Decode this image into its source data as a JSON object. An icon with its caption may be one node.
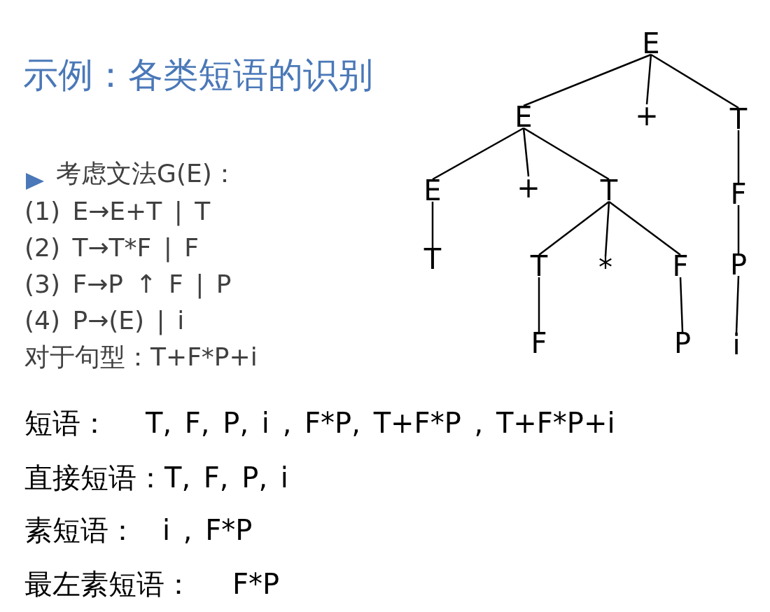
{
  "diagram": {
    "title": "示例：各类短语的识别",
    "nodes": [
      {
        "text": [
          "E"
        ]
      },
      {
        "text": [
          "E"
        ]
      },
      {
        "text": [
          "+"
        ]
      },
      {
        "text": [
          "T"
        ]
      },
      {
        "text": [
          "E"
        ]
      },
      {
        "text": [
          "+"
        ]
      },
      {
        "text": [
          "T"
        ]
      },
      {
        "text": [
          "F"
        ]
      },
      {
        "text": [
          "T"
        ]
      },
      {
        "text": [
          "T"
        ]
      },
      {
        "text": [
          "*"
        ]
      },
      {
        "text": [
          "F"
        ]
      },
      {
        "text": [
          "P"
        ]
      },
      {
        "text": [
          "F"
        ]
      },
      {
        "text": [
          "P"
        ]
      },
      {
        "text": [
          "i"
        ]
      }
    ],
    "edges": [
      {
        "from": 0,
        "to": 1,
        "arrow": "none"
      },
      {
        "from": 0,
        "to": 2,
        "arrow": "none"
      },
      {
        "from": 0,
        "to": 3,
        "arrow": "none"
      },
      {
        "from": 1,
        "to": 4,
        "arrow": "none"
      },
      {
        "from": 1,
        "to": 5,
        "arrow": "none"
      },
      {
        "from": 1,
        "to": 6,
        "arrow": "none"
      },
      {
        "from": 3,
        "to": 7,
        "arrow": "none"
      },
      {
        "from": 4,
        "to": 8,
        "arrow": "none"
      },
      {
        "from": 6,
        "to": 9,
        "arrow": "none"
      },
      {
        "from": 6,
        "to": 10,
        "arrow": "none"
      },
      {
        "from": 6,
        "to": 11,
        "arrow": "none"
      },
      {
        "from": 7,
        "to": 12,
        "arrow": "none"
      },
      {
        "from": 9,
        "to": 13,
        "arrow": "none"
      },
      {
        "from": 11,
        "to": 14,
        "arrow": "none"
      },
      {
        "from": 12,
        "to": 15,
        "arrow": "none"
      }
    ],
    "labels": [
      "考虑文法G(E)：",
      "(1) E→E+T | T",
      "(2) T→T*F | F",
      "(3) F→P ↑ F | P",
      "(4) P→(E) | i",
      "对于句型：T+F*P+i",
      "短语：",
      "T, F, P, i , F*P, T+F*P , T+F*P+i",
      "直接短语：T, F, P, i",
      "素短语：",
      "i , F*P",
      "最左素短语：",
      "F*P"
    ]
  }
}
